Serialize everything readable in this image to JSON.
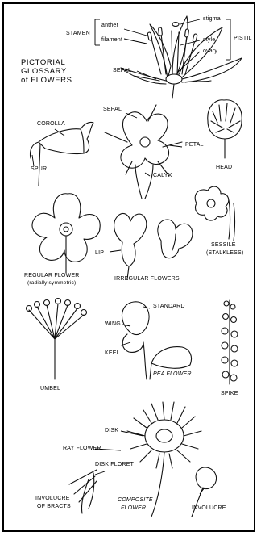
{
  "title": {
    "line1": "PICTORIAL",
    "line2": "GLOSSARY",
    "line3": "of FLOWERS"
  },
  "labels": {
    "stamen": "STAMEN",
    "anther": "anther",
    "filament": "filament",
    "stigma": "stigma",
    "style": "style",
    "ovary": "ovary",
    "pistil": "PISTIL",
    "sepal_top": "SEPAL",
    "corolla": "COROLLA",
    "spur": "SPUR",
    "sepal_mid": "SEPAL",
    "petal": "PETAL",
    "calyx": "CALYX",
    "head": "HEAD",
    "regular_flower": "REGULAR FLOWER",
    "radially_symmetric": "(radially symmetric)",
    "lip": "LIP",
    "irregular_flowers": "IRREGULAR FLOWERS",
    "sessile": "SESSILE",
    "stalkless": "(STALKLESS)",
    "standard": "STANDARD",
    "wing": "WING",
    "keel": "KEEL",
    "pea_flower": "PEA FLOWER",
    "umbel": "UMBEL",
    "spike": "SPIKE",
    "disk": "DISK",
    "ray_flower": "RAY FLOWER",
    "disk_floret": "DISK FLORET",
    "involucre_of_bracts_1": "INVOLUCRE",
    "involucre_of_bracts_2": "of BRACTS",
    "composite_flower_1": "COMPOSITE",
    "composite_flower_2": "FLOWER",
    "involucre": "INVOLUCRE"
  }
}
